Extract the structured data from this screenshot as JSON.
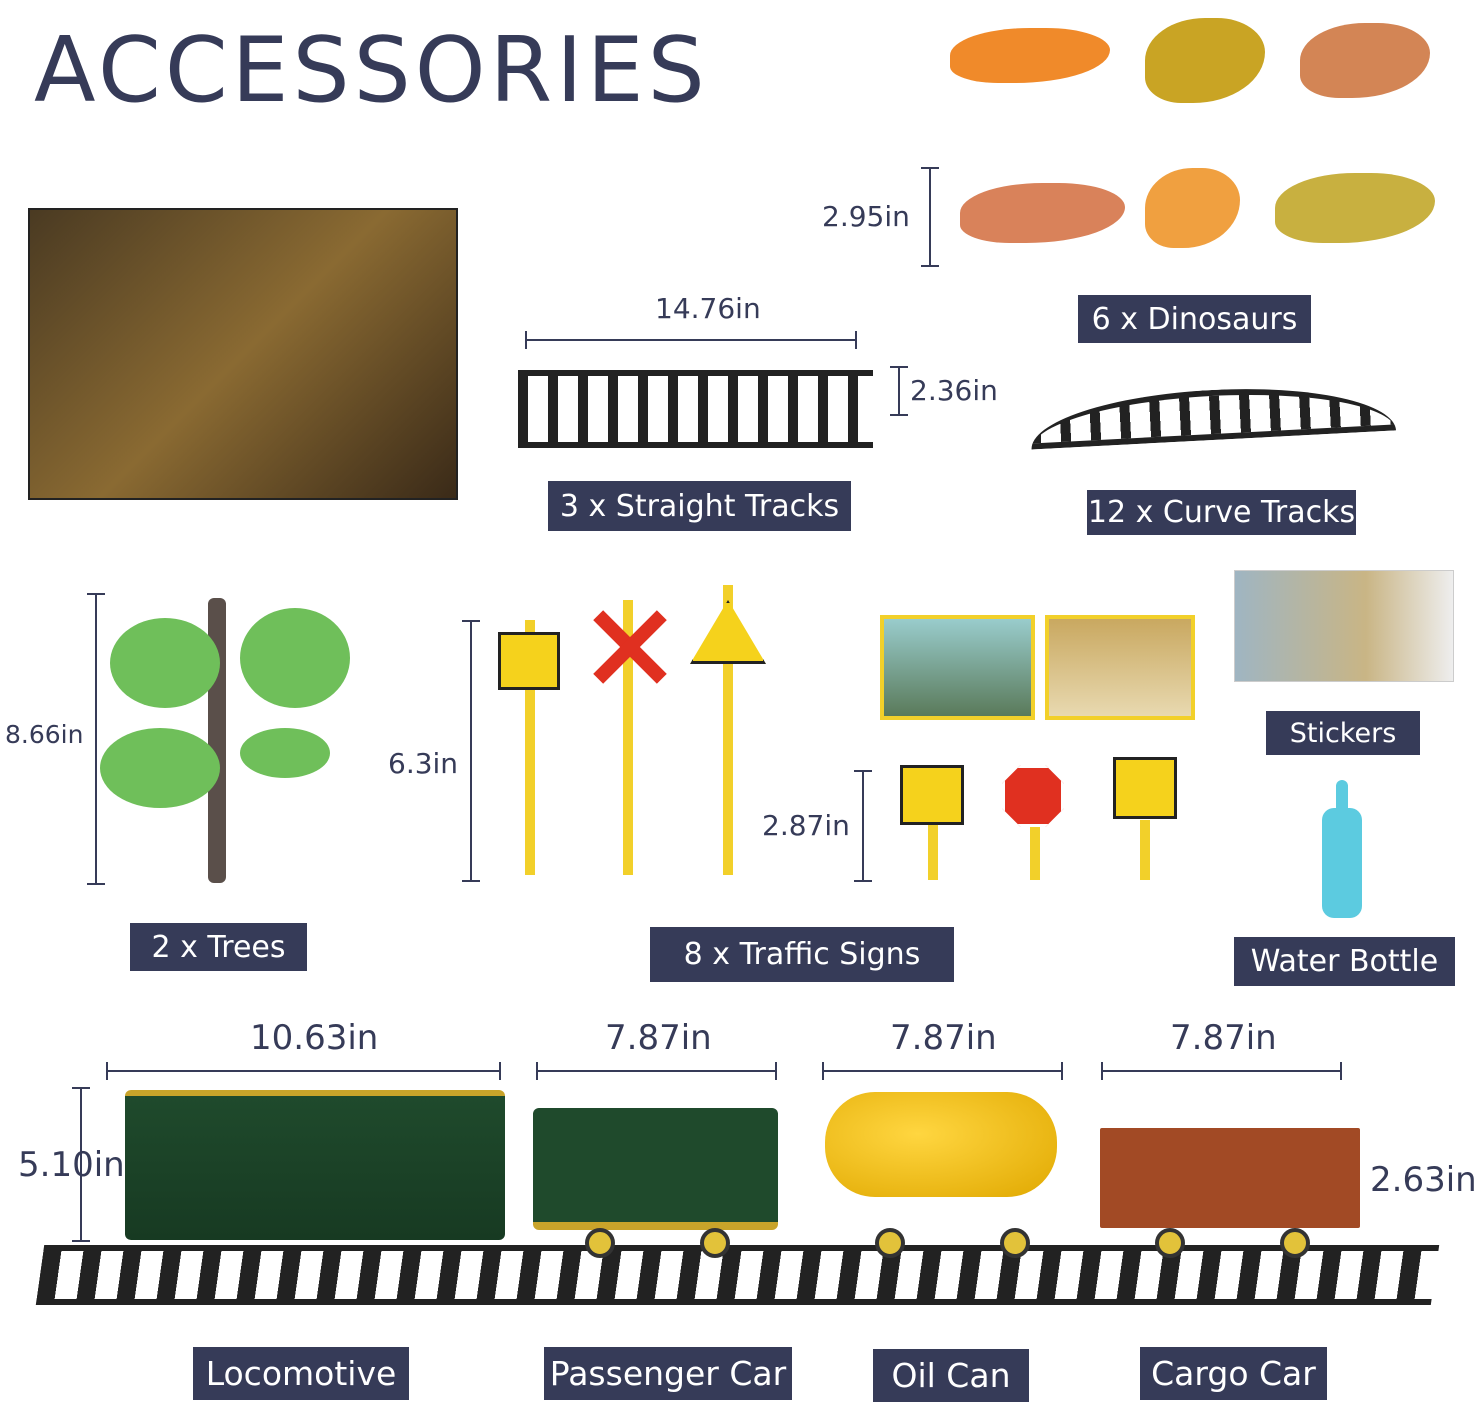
{
  "title": "ACCESSORIES",
  "labels": {
    "dinosaurs": "6 x Dinosaurs",
    "straight_tracks": "3 x Straight Tracks",
    "curve_tracks": "12 x Curve Tracks",
    "stickers": "Stickers",
    "trees": "2 x Trees",
    "traffic_signs": "8 x Traffic Signs",
    "water_bottle": "Water Bottle",
    "locomotive": "Locomotive",
    "passenger_car": "Passenger Car",
    "oil_can": "Oil Can",
    "cargo_car": "Cargo Car"
  },
  "dimensions": {
    "dinosaur_height": "2.95in",
    "straight_track_length": "14.76in",
    "straight_track_width": "2.36in",
    "tree_height": "8.66in",
    "tall_sign_height": "6.3in",
    "short_sign_height": "2.87in",
    "locomotive_length": "10.63in",
    "passenger_car_length": "7.87in",
    "oil_can_length": "7.87in",
    "cargo_car_length": "7.87in",
    "locomotive_height": "5.10in",
    "track_width": "2.63in"
  },
  "colors": {
    "accent": "#363b58"
  }
}
